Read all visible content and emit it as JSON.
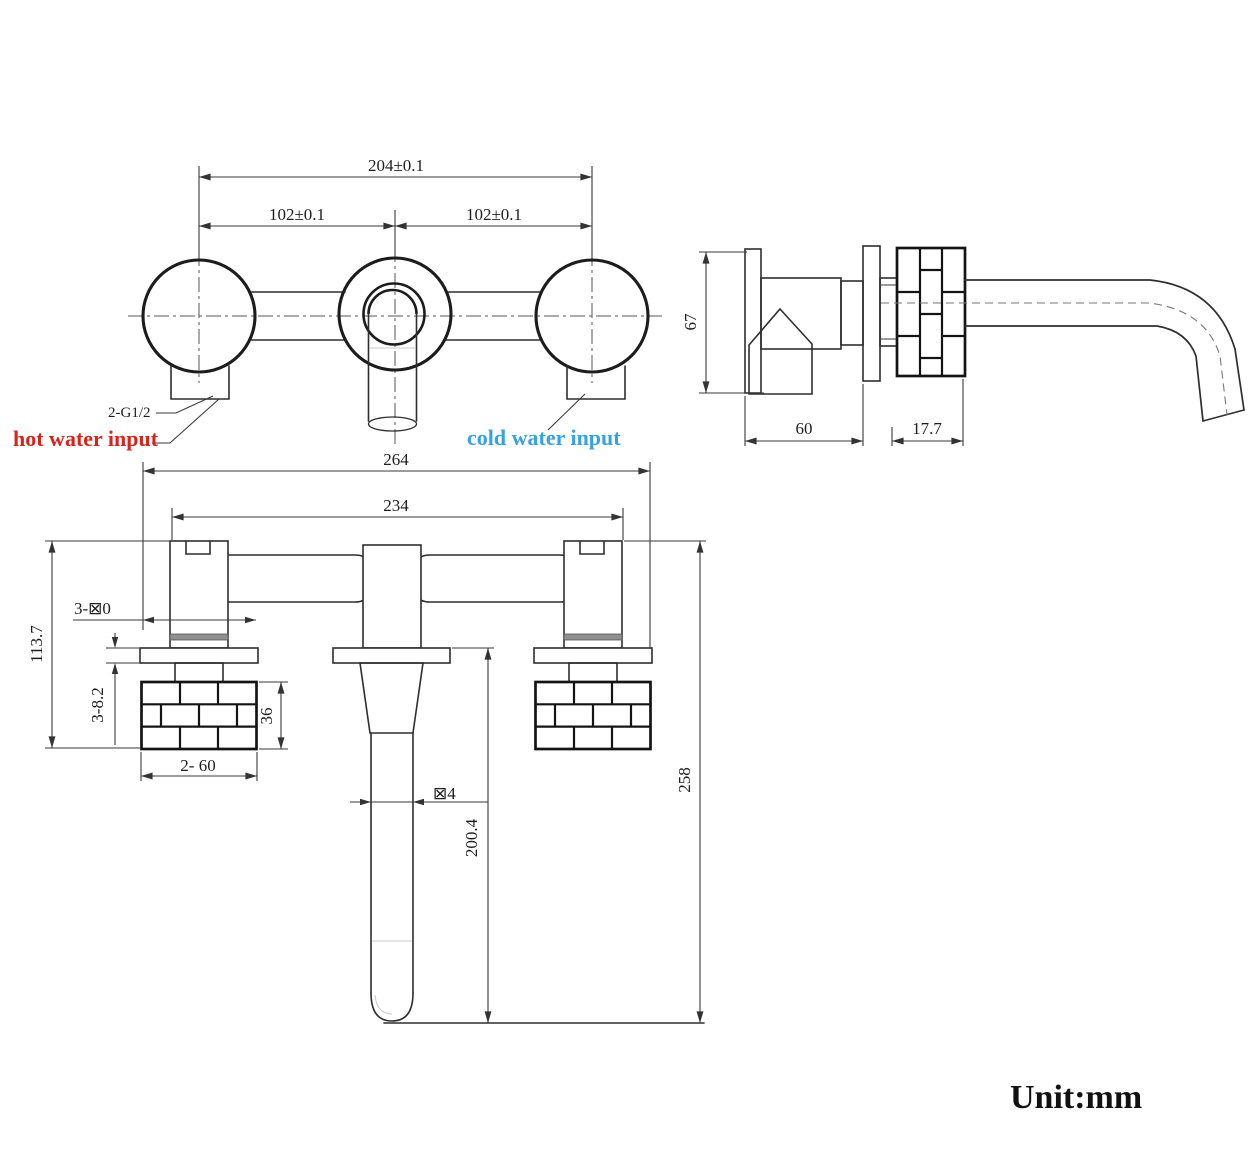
{
  "front_view": {
    "dim_total": "204±0.1",
    "dim_half_left": "102±0.1",
    "dim_half_right": "102±0.1",
    "thread_callout": "2-G1/2",
    "hot_label": "hot water input",
    "cold_label": "cold water input",
    "hot_color": "#d7251d",
    "cold_color": "#35a3e3"
  },
  "side_view": {
    "dim_height": "67",
    "dim_body_depth": "60",
    "dim_nut_depth": "17.7"
  },
  "install_view": {
    "dim_overall_width": "264",
    "dim_body_width": "234",
    "dim_top_height": "113.7",
    "escutcheon_callout": "3-⊠0",
    "plate_thickness_callout": "3-8.2",
    "handle_height": "36",
    "handle_width_callout": "2- 60",
    "spout_diameter_callout": "⊠4",
    "spout_drop": "200.4",
    "total_height": "258"
  },
  "footer": {
    "unit_label": "Unit:mm"
  }
}
